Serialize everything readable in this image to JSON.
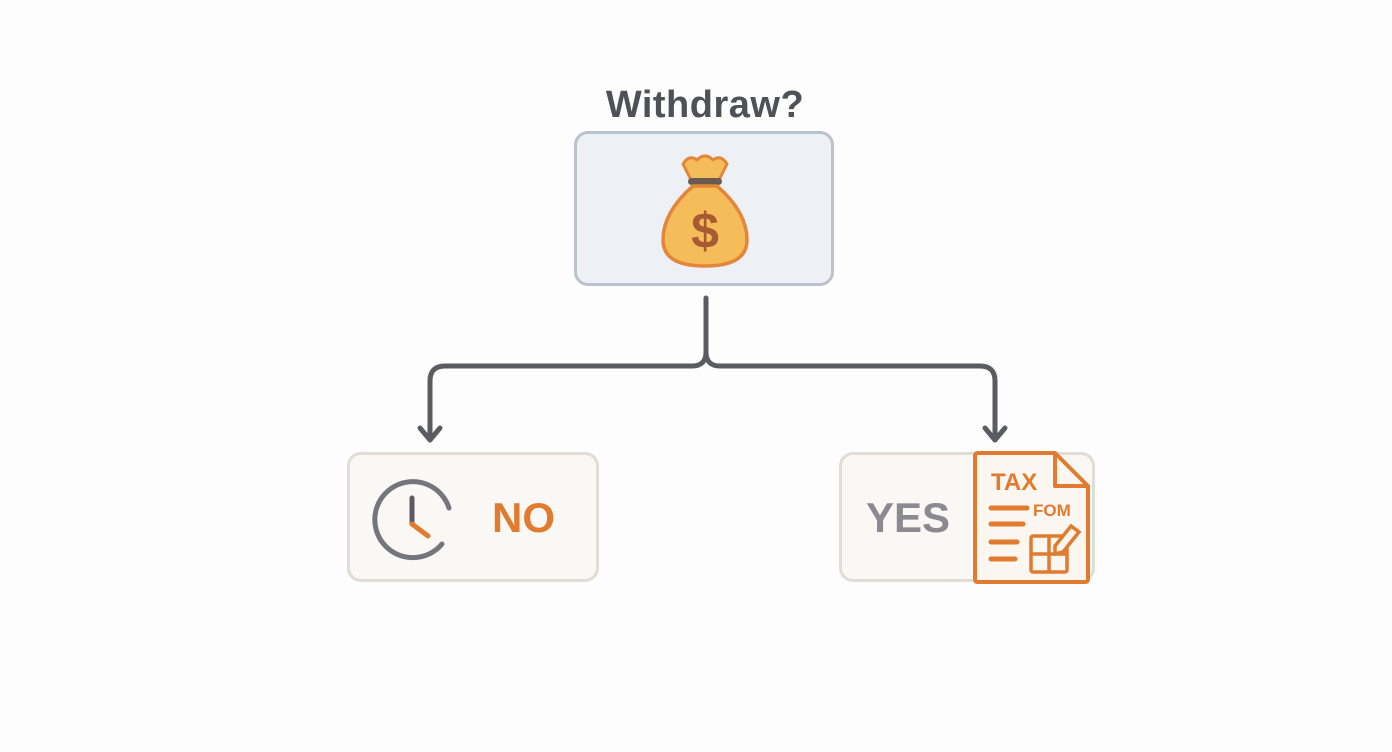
{
  "diagram": {
    "question": "Withdraw?",
    "root": {
      "icon": "money-bag-icon",
      "symbol": "$"
    },
    "branches": [
      {
        "label": "NO",
        "icon": "clock-icon",
        "label_color": "#e07b2f"
      },
      {
        "label": "YES",
        "icon": "tax-form-icon",
        "label_color": "#8a8a90",
        "form_text": {
          "line1": "TAX",
          "line2": "FOM"
        }
      }
    ]
  },
  "colors": {
    "connector": "#5b5b62",
    "accent_orange": "#e07b2f",
    "bag_fill": "#f5bc5a",
    "bag_outline": "#e3863a",
    "bag_tie": "#6b5a50",
    "dollar": "#a85a32",
    "top_box_fill": "#edf1f5",
    "top_box_border": "#b9c2cf",
    "branch_box_fill": "#f9f8f5",
    "branch_box_border": "#e2ddd4"
  }
}
